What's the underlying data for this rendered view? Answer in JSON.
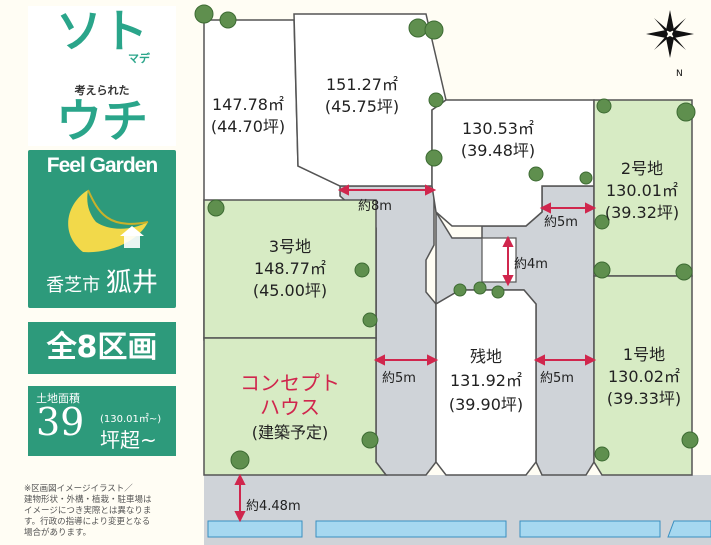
{
  "logo": {
    "top_text": "ソト",
    "made": "マデ",
    "middle_text": "考えられた",
    "bottom_text": "ウチ"
  },
  "brand": {
    "title": "Feel Garden",
    "city_small": "香芝市",
    "city_big": "狐井"
  },
  "summary": {
    "total": "全8区画",
    "area_label": "土地面積",
    "area_value": "39",
    "area_note": "(130.01㎡~)",
    "area_suffix": "坪超~"
  },
  "disclaimer": [
    "※区画図イメージイラスト／",
    "建物形状・外構・植栽・駐車場は",
    "イメージにつき実際とは異なりま",
    "す。行政の指導により変更となる",
    "場合があります。"
  ],
  "lots": [
    {
      "id": "top-left",
      "name": "",
      "area": "147.78㎡",
      "tsubo": "(44.70坪)"
    },
    {
      "id": "top-center",
      "name": "",
      "area": "151.27㎡",
      "tsubo": "(45.75坪)"
    },
    {
      "id": "top-right",
      "name": "",
      "area": "130.53㎡",
      "tsubo": "(39.48坪)"
    },
    {
      "id": "lot-2",
      "name": "2号地",
      "area": "130.01㎡",
      "tsubo": "(39.32坪)"
    },
    {
      "id": "lot-3",
      "name": "3号地",
      "area": "148.77㎡",
      "tsubo": "(45.00坪)"
    },
    {
      "id": "concept",
      "name": "コンセプト",
      "name2": "ハウス",
      "note": "(建築予定)"
    },
    {
      "id": "remaining",
      "name": "残地",
      "area": "131.92㎡",
      "tsubo": "(39.90坪)"
    },
    {
      "id": "lot-1",
      "name": "1号地",
      "area": "130.02㎡",
      "tsubo": "(39.33坪)"
    }
  ],
  "roads": {
    "r8": "約8m",
    "r5_top": "約5m",
    "r4": "約4m",
    "r5_left": "約5m",
    "r5_right": "約5m",
    "r448": "約4.48m"
  },
  "compass": {
    "label": "N"
  },
  "colors": {
    "lot_green": "#d7ebc4",
    "lot_white": "#ffffff",
    "road_gray": "#cfd3d8",
    "lot_border": "#555555",
    "dim_arrow": "#d0264d",
    "concept_red": "#d0264d",
    "brand_green": "#2d9a7b",
    "channel_blue": "#a6d8f0"
  }
}
